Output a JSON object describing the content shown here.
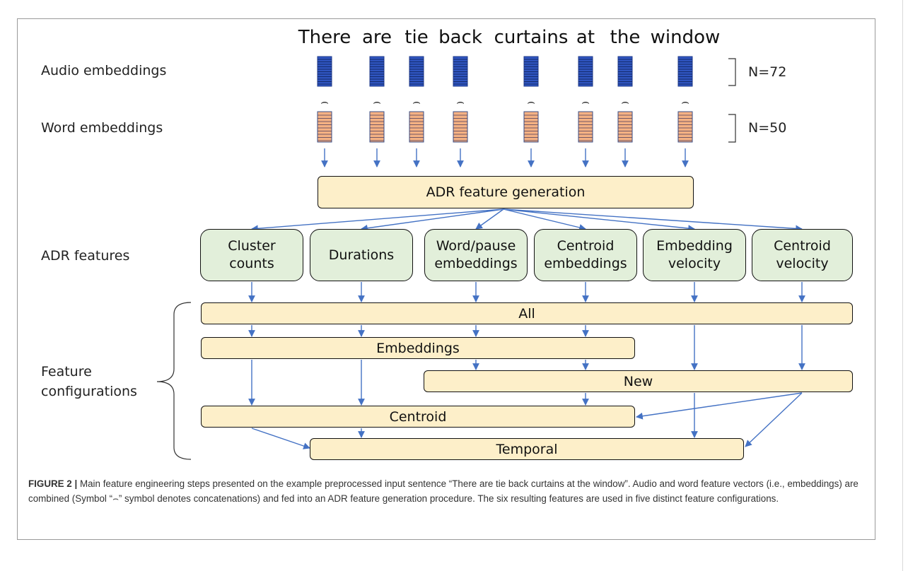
{
  "sentence": [
    "There",
    "are",
    "tie",
    "back",
    "curtains",
    "at",
    "the",
    "window"
  ],
  "rows": {
    "audio_label": "Audio embeddings",
    "word_label": "Word embeddings",
    "adr_label": "ADR features",
    "config_label_1": "Feature",
    "config_label_2": "configurations"
  },
  "dims": {
    "audio": "N=72",
    "word": "N=50"
  },
  "concat_symbol": "⌢",
  "generation_box": "ADR feature generation",
  "features": [
    {
      "line1": "Cluster",
      "line2": "counts"
    },
    {
      "line1": "Durations",
      "line2": ""
    },
    {
      "line1": "Word/pause",
      "line2": "embeddings"
    },
    {
      "line1": "Centroid",
      "line2": "embeddings"
    },
    {
      "line1": "Embedding",
      "line2": "velocity"
    },
    {
      "line1": "Centroid",
      "line2": "velocity"
    }
  ],
  "configurations": {
    "all": "All",
    "embeddings": "Embeddings",
    "new": "New",
    "centroid": "Centroid",
    "temporal": "Temporal"
  },
  "caption": {
    "figure_label": "FIGURE 2 |",
    "text": " Main feature engineering steps presented on the example preprocessed input sentence “There are tie back curtains at the window”. Audio and word feature vectors (i.e., embeddings) are combined (Symbol “⌢” symbol denotes concatenations) and fed into an ADR feature generation procedure. The six resulting features are used in five distinct feature configurations."
  },
  "colors": {
    "audio_vector": "#2f55c0",
    "word_vector": "#f4b183",
    "arrow": "#4472c4",
    "feature_box": "#e2efda",
    "config_box": "#fdefc9"
  }
}
